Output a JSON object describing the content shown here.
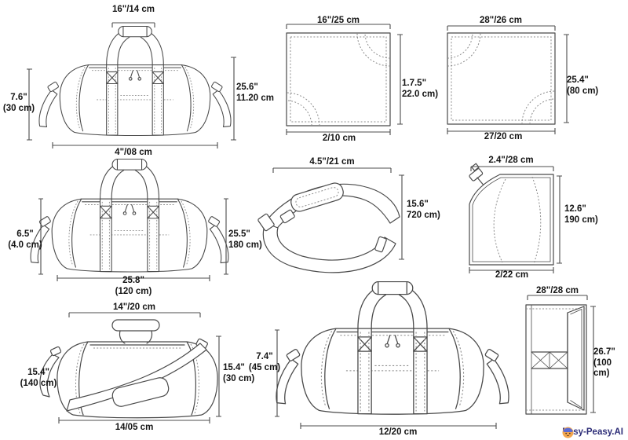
{
  "canvas": {
    "background": "#ffffff",
    "line_color": "#4a4a4a",
    "stitch_color": "#8c8c8c",
    "label_color": "#151515"
  },
  "figures": {
    "duffel_small": {
      "drawing": "duffel-bag-line-art",
      "top": "16\"/14 cm",
      "left": "7.6\"\n(30 cm)",
      "right": "25.6\"\n11.20 cm",
      "bottom": "4\"/08 cm"
    },
    "panel_small": {
      "drawing": "fabric-panel-line-art",
      "top": "16\"/25 cm",
      "right": "1.7.5\"\n22.0 cm)",
      "bottom": "2/10 cm"
    },
    "panel_large": {
      "drawing": "fabric-panel-line-art",
      "top": "28\"/26 cm",
      "right": "25.4\"\n(80 cm)",
      "bottom": "27/20 cm"
    },
    "duffel_medium": {
      "drawing": "duffel-bag-line-art",
      "left": "6.5\"\n(4.0 cm)",
      "right": "25.5\"\n180 cm)",
      "bottom": "25.8\"\n(120 cm)"
    },
    "shoulder_strap": {
      "drawing": "shoulder-strap-line-art",
      "top": "4.5\"/21 cm",
      "right": "15.6\"\n720 cm)"
    },
    "side_panel": {
      "drawing": "side-panel-line-art",
      "top": "2.4\"/28 cm",
      "right": "12.6\"\n190 cm)",
      "bottom": "2/22 cm"
    },
    "duffel_crossbody": {
      "drawing": "duffel-bag-crossbody-line-art",
      "top": "14\"/20 cm",
      "left": "15.4\"\n(140 cm)",
      "right": "15.4\"\n(30 cm)",
      "bottom": "14/05 cm"
    },
    "duffel_large": {
      "drawing": "duffel-bag-line-art",
      "left": "7.4\"\n(45 cm)",
      "bottom": "12/20 cm"
    },
    "divider_panel": {
      "drawing": "divider-panel-line-art",
      "top": "28\"/28 cm",
      "right": "26.7\"\n(100 cm)"
    }
  },
  "watermark": {
    "label": "Easy-Peasy.AI",
    "icon": "easy-peasy-mascot-icon",
    "brand_color": "#2e2e78",
    "icon_color": "#f3a64f"
  }
}
